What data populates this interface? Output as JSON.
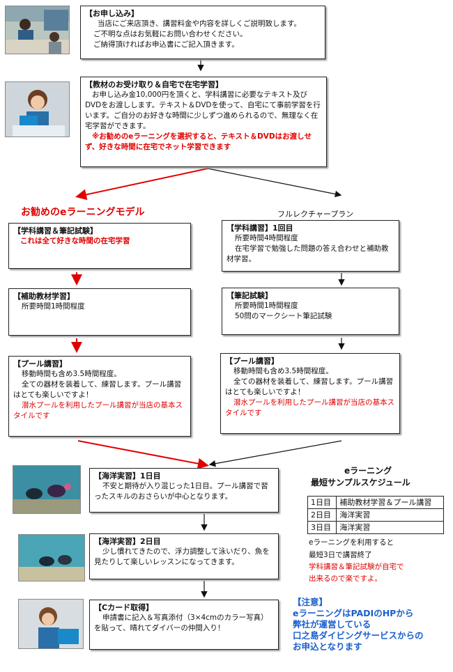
{
  "boxes": {
    "apply": {
      "title": "【お申し込み】",
      "lines": [
        "当店にご来店頂き、講習料金や内容を詳しくご説明致します。",
        "ご不明な点はお気軽にお問い合わせください。",
        "ご納得頂ければお申込書にご記入頂きます。"
      ]
    },
    "materials": {
      "title": "【教材のお受け取り＆自宅で在宅学習】",
      "body": "お申し込み金10,000円を頂くと、学科講習に必要なテキスト及びDVDをお渡しします。テキスト＆DVDを使って、自宅にて事前学習を行います。ご自分のお好きな時間に少しずつ進められるので、無理なく在宅学習ができます。",
      "highlight": "※お勧めのeラーニングを選択すると、テキスト＆DVDはお渡しせず、好きな時間に在宅でネット学習できます"
    },
    "el_academic": {
      "title": "【学科講習＆筆記試験】",
      "note": "これは全て好きな時間の在宅学習"
    },
    "el_aux": {
      "title": "【補助教材学習】",
      "line": "所要時間1時間程度"
    },
    "el_pool": {
      "title": "【プール講習】",
      "l1": "移動時間も含め3.5時間程度。",
      "l2": "全ての器材を装着して、練習します。プール講習はとても楽しいですよ！",
      "red": "潜水プールを利用したプール講習が当店の基本スタイルです"
    },
    "fl_academic": {
      "title": "【学科講習】1回目",
      "l1": "所要時間4時間程度",
      "l2": "在宅学習で勉強した問題の答え合わせと補助教材学習。"
    },
    "fl_written": {
      "title": "【筆記試験】",
      "l1": "所要時間1時間程度",
      "l2": "50問のマークシート筆記試験"
    },
    "fl_pool": {
      "title": "【プール講習】",
      "l1": "移動時間も含め3.5時間程度。",
      "l2": "全ての器材を装着して、練習します。プール講習はとても楽しいですよ！",
      "red": "潜水プールを利用したプール講習が当店の基本スタイルです"
    },
    "ocean1": {
      "title": "【海洋実習】1日目",
      "body": "不安と期待が入り混じった1日目。プール講習で習ったスキルのおさらいが中心となります。"
    },
    "ocean2": {
      "title": "【海洋実習】2日目",
      "body": "少し慣れてきたので、浮力調整して泳いだり、魚を見たりして楽しいレッスンになってきます。"
    },
    "ccard": {
      "title": "【Cカード取得】",
      "body": "申請書に記入＆写真添付（3×4cmのカラー写真）を貼って、晴れてダイバーの仲間入り！"
    }
  },
  "headings": {
    "elearning": "お勧めのeラーニングモデル",
    "fulllecture": "フルレクチャープラン"
  },
  "schedule": {
    "title1": "eラーニング",
    "title2": "最短サンプルスケジュール",
    "rows": [
      {
        "day": "1日目",
        "content": "補助教材学習＆プール講習"
      },
      {
        "day": "2日目",
        "content": "海洋実習"
      },
      {
        "day": "3日目",
        "content": "海洋実習"
      }
    ],
    "after1": "eラーニングを利用すると",
    "after2": "最短3日で講習終了",
    "red1": "学科講習＆筆記試験が自宅で",
    "red2": "出来るので楽ですよ。"
  },
  "notice": {
    "title": "【注意】",
    "lines": [
      "eラーニングはPADIのHPから",
      "弊社が運営している",
      "口之島ダイビングサービスからの",
      "お申込となります"
    ]
  },
  "colors": {
    "red": "#e00000",
    "blue": "#1a5fcc",
    "border": "#222222"
  }
}
